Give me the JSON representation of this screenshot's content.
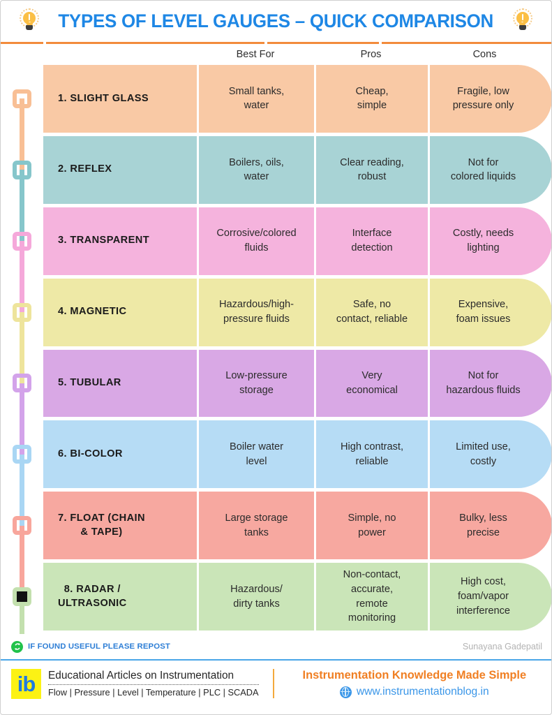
{
  "header": {
    "title": "TYPES OF LEVEL GAUGES – QUICK COMPARISON",
    "left_icon": "lightbulb-icon",
    "right_icon": "lightbulb-icon",
    "title_color": "#1e87e5",
    "rule_color": "#f28b3c"
  },
  "table": {
    "columns": [
      "",
      "Best For",
      "Pros",
      "Cons"
    ],
    "rows": [
      {
        "name": "1. SLIGHT GLASS",
        "best_for": "Small tanks,\nwater",
        "pros": "Cheap,\nsimple",
        "cons": "Fragile, low\npressure only",
        "color": "#f9c9a5",
        "marker_color": "#f8bf95"
      },
      {
        "name": "2. REFLEX",
        "best_for": "Boilers, oils,\nwater",
        "pros": "Clear reading,\nrobust",
        "cons": "Not for\ncolored liquids",
        "color": "#a8d3d5",
        "marker_color": "#86c6cb"
      },
      {
        "name": "3. TRANSPARENT",
        "best_for": "Corrosive/colored\nfluids",
        "pros": "Interface\ndetection",
        "cons": "Costly, needs\nlighting",
        "color": "#f5b3dd",
        "marker_color": "#f5a8da"
      },
      {
        "name": "4. MAGNETIC",
        "best_for": "Hazardous/high-\npressure fluids",
        "pros": "Safe, no\ncontact, reliable",
        "cons": "Expensive,\nfoam issues",
        "color": "#eee9a6",
        "marker_color": "#eee49c"
      },
      {
        "name": "5. TUBULAR",
        "best_for": "Low-pressure\nstorage",
        "pros": "Very\neconomical",
        "cons": "Not for\nhazardous fluids",
        "color": "#d9a8e5",
        "marker_color": "#d3a3ea"
      },
      {
        "name": "6. BI-COLOR",
        "best_for": "Boiler water\nlevel",
        "pros": "High contrast,\nreliable",
        "cons": "Limited use,\ncostly",
        "color": "#b6dcf5",
        "marker_color": "#a9d6f4"
      },
      {
        "name": "7. FLOAT (CHAIN\n& TAPE)",
        "best_for": "Large storage\ntanks",
        "pros": "Simple, no\npower",
        "cons": "Bulky, less\nprecise",
        "color": "#f7a8a0",
        "marker_color": "#f8a69c"
      },
      {
        "name": "8. RADAR /\nULTRASONIC",
        "best_for": "Hazardous/\ndirty tanks",
        "pros": "Non-contact,\naccurate,\nremote\nmonitoring",
        "cons": "High cost,\nfoam/vapor\ninterference",
        "color": "#cae5b8",
        "marker_color": "#c3e0ae"
      }
    ]
  },
  "repost": {
    "icon": "repost-icon",
    "text": "IF FOUND USEFUL PLEASE REPOST",
    "author": "Sunayana Gadepatil",
    "text_color": "#2f7fd6",
    "icon_color": "#21c24a"
  },
  "footer": {
    "logo_text": "ib",
    "logo_bg": "#fcf214",
    "logo_color": "#1f7ae0",
    "brand_title": "Educational Articles on Instrumentation",
    "brand_subtitle": "Flow | Pressure | Level | Temperature | PLC | SCADA",
    "tagline": "Instrumentation Knowledge Made Simple",
    "tagline_color": "#f07f23",
    "website": "www.instrumentationblog.in",
    "website_icon": "globe-icon",
    "website_color": "#3a96e8",
    "divider_color": "#49a6e8"
  }
}
